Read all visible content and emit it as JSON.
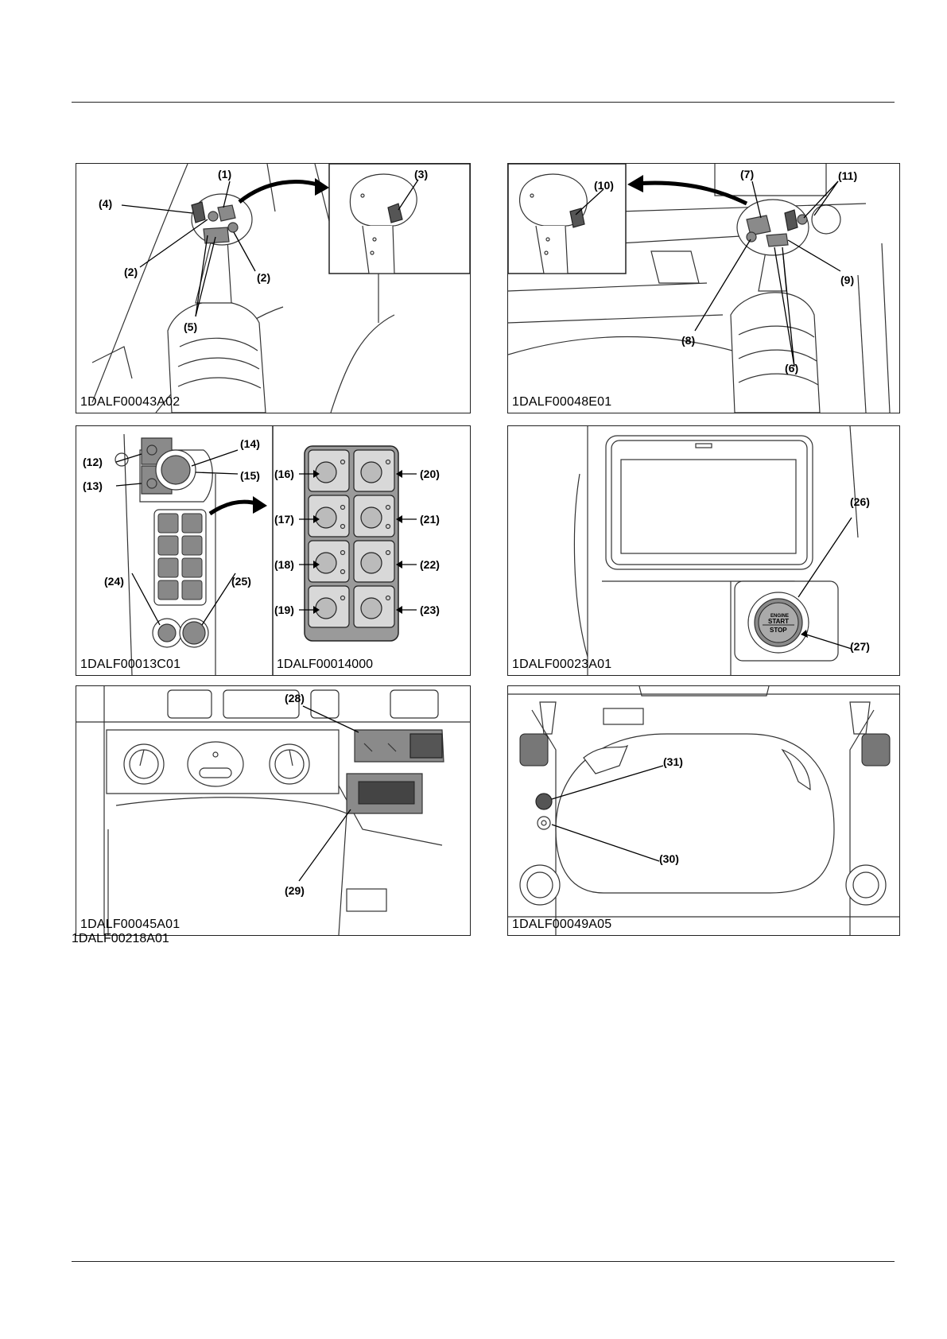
{
  "figures": [
    {
      "id": "fig1",
      "caption": "1DALF00043A02",
      "callouts": [
        "(1)",
        "(2)",
        "(2)",
        "(3)",
        "(4)",
        "(5)"
      ]
    },
    {
      "id": "fig2",
      "caption": "1DALF00048E01",
      "callouts": [
        "(6)",
        "(7)",
        "(8)",
        "(9)",
        "(10)",
        "(11)"
      ]
    },
    {
      "id": "fig3",
      "captions": [
        "1DALF00013C01",
        "1DALF00014000"
      ],
      "callouts": [
        "(12)",
        "(13)",
        "(14)",
        "(15)",
        "(16)",
        "(17)",
        "(18)",
        "(19)",
        "(20)",
        "(21)",
        "(22)",
        "(23)",
        "(24)",
        "(25)"
      ]
    },
    {
      "id": "fig4",
      "caption": "1DALF00023A01",
      "callouts": [
        "(26)",
        "(27)"
      ],
      "button_text": [
        "ENGINE",
        "START",
        "STOP"
      ]
    },
    {
      "id": "fig5",
      "caption": "1DALF00045A01",
      "callouts": [
        "(28)",
        "(29)"
      ]
    },
    {
      "id": "fig6",
      "caption": "1DALF00049A05",
      "callouts": [
        "(31)",
        "(30)"
      ]
    }
  ],
  "group_caption": "1DALF00218A01"
}
